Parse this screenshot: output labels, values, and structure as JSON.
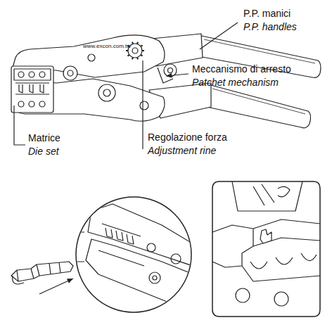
{
  "diagram": {
    "labels": [
      "P.P. manici",
      "P.P. handles",
      "www.excon.com.tw",
      "Meccanismo di arresto",
      "Patchet mechanism",
      "Regolazione forza",
      "Adjustment rine",
      "Matrice",
      "Die set"
    ]
  }
}
